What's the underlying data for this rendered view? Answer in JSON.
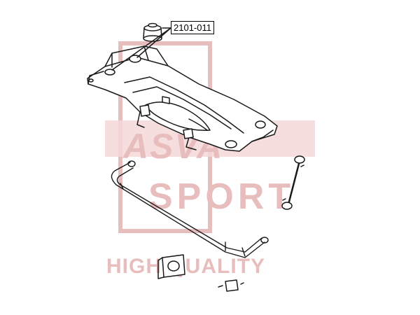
{
  "callout": {
    "part_number": "2101-011"
  },
  "watermark": {
    "brand": "ASVA",
    "sub": "SPORT",
    "tagline": "HIGH QUALITY",
    "color": "#e6b6b8",
    "band_color": "#f3d3d4"
  },
  "line_color": "#1a1a1a"
}
